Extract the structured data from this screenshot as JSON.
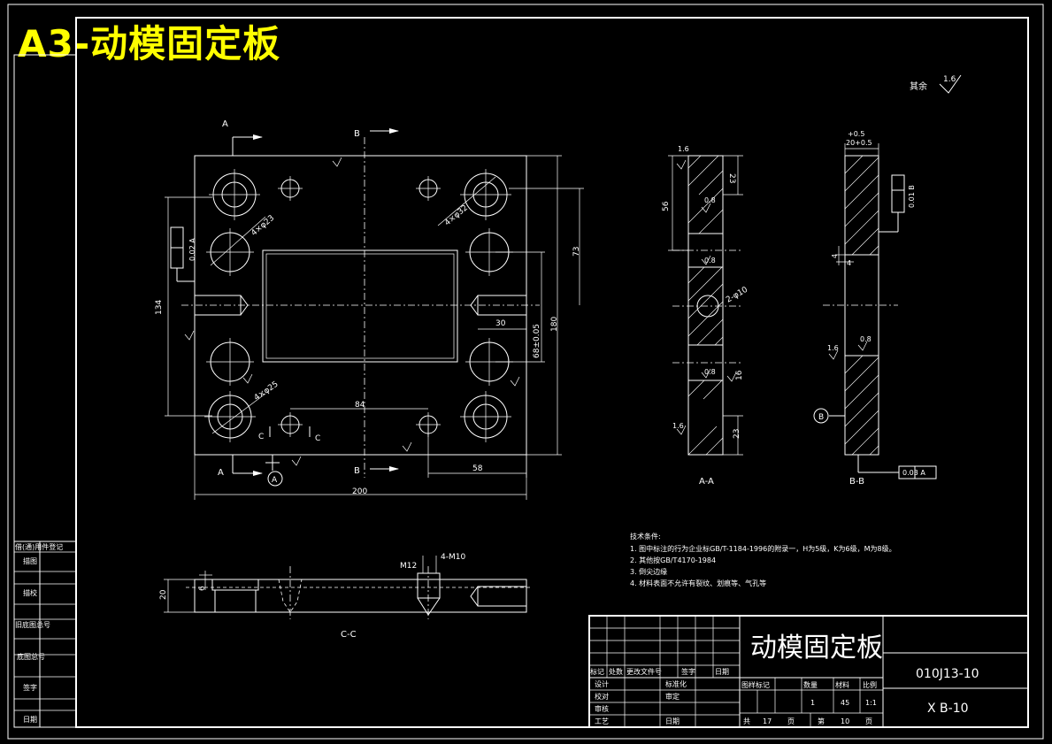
{
  "sheet_title": "A3-动模固定板",
  "roughness_note": {
    "label": "其余",
    "value": "1.6"
  },
  "views": {
    "section_aa": "A-A",
    "section_bb": "B-B",
    "section_cc": "C-C"
  },
  "section_marks": {
    "a": "A",
    "b": "B",
    "c": "C",
    "datum_a": "A",
    "datum_b": "B"
  },
  "dimensions": {
    "width": "200",
    "height_left": "134",
    "d73": "73",
    "d180": "180",
    "d68": "68±0.05",
    "d30": "30",
    "d84": "84",
    "d58": "58",
    "d20": "20",
    "d6": "6",
    "d56": "56",
    "d23a": "23",
    "d23b": "23",
    "d16": "16",
    "d4": "4",
    "thick_top": "+0.5",
    "thick_val": "20+0.5",
    "hole_4x23": "4×φ23",
    "hole_4x32": "4×φ32",
    "hole_4x25": "4×φ25",
    "hole_2x10": "2-φ10",
    "m12": "M12",
    "m10": "4-M10",
    "tol_perp_a": "0.02 A",
    "tol_par_b": "0.01 B",
    "tol_perp_bb": "0.03 A",
    "r16": "1.6",
    "r08": "0.8"
  },
  "tech_requirements": {
    "heading": "技术条件:",
    "items": [
      "1. 图中标注的行为企业标GB/T-1184-1996的附录一，H为5级，K为6级，M为8级。",
      "2. 其他按GB/T4170-1984",
      "3. 倒尖边缘",
      "4. 材料表面不允许有裂纹、划痕等、气孔等"
    ]
  },
  "title_block": {
    "part_name": "动模固定板",
    "drawing_no": "010J13-10",
    "code": "X B-10",
    "header_row": [
      "标记",
      "处数",
      "更改文件号",
      "签字",
      "日期"
    ],
    "left_labels": [
      "设计",
      "校对",
      "审核",
      "工艺"
    ],
    "mid_labels": [
      "标准化",
      "审定",
      "",
      "日期"
    ],
    "right_headers": [
      "图样标记",
      "数量",
      "材料",
      "比例"
    ],
    "right_values": [
      "",
      "1",
      "45",
      "1:1"
    ],
    "sheet_info": {
      "total_label": "共",
      "total": "17",
      "page_label": "页",
      "sheet_label": "第",
      "sheet": "10",
      "sheet_page_label": "页"
    }
  },
  "side_block": [
    "借(通)用件登记",
    "描图",
    "描校",
    "旧底图总号",
    "底图总号",
    "签字",
    "日期"
  ]
}
